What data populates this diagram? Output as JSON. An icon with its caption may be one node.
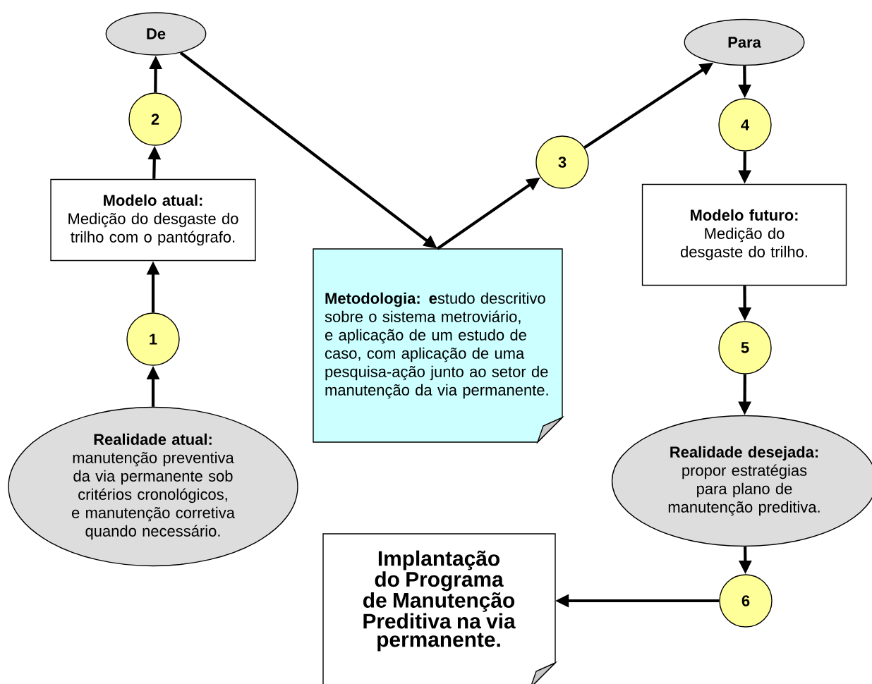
{
  "diagram": {
    "nodes": [
      {
        "text": [
          "De"
        ]
      },
      {
        "text": [
          "2"
        ]
      },
      {
        "text": [
          "Modelo atual:",
          "Medição do desgaste do trilho com o pantógrafo."
        ]
      },
      {
        "text": [
          "1"
        ]
      },
      {
        "text": [
          "Realidade atual:",
          "manutenção preventiva da via permanente sob critérios cronológicos, e manutenção corretiva quando necessário."
        ]
      },
      {
        "text": [
          "**Metodologia: e**studo descritivo sobre o sistema metroviário, e aplicação de um estudo de caso, com aplicação de uma pesquisa-ação junto ao setor de manutenção da via permanente."
        ]
      },
      {
        "text": [
          "3"
        ]
      },
      {
        "text": [
          "Para"
        ]
      },
      {
        "text": [
          "4"
        ]
      },
      {
        "text": [
          "Modelo futuro:",
          "Medição do desgaste do trilho."
        ]
      },
      {
        "text": [
          "5"
        ]
      },
      {
        "text": [
          "Realidade desejada:",
          "propor estratégias para plano de manutenção preditiva."
        ]
      },
      {
        "text": [
          "6"
        ]
      },
      {
        "text": [
          "Implantação do Programa de Manutenção Preditiva na via permanente."
        ]
      }
    ],
    "edges": [
      {
        "from": 4,
        "to": 3,
        "arrow": "to"
      },
      {
        "from": 3,
        "to": 2,
        "arrow": "to"
      },
      {
        "from": 2,
        "to": 1,
        "arrow": "to"
      },
      {
        "from": 1,
        "to": 0,
        "arrow": "to"
      },
      {
        "from": 0,
        "to": 5,
        "arrow": "to"
      },
      {
        "from": 5,
        "to": 6,
        "arrow": "to"
      },
      {
        "from": 6,
        "to": 7,
        "arrow": "to"
      },
      {
        "from": 7,
        "to": 8,
        "arrow": "to"
      },
      {
        "from": 8,
        "to": 9,
        "arrow": "to"
      },
      {
        "from": 9,
        "to": 10,
        "arrow": "to"
      },
      {
        "from": 10,
        "to": 11,
        "arrow": "to"
      },
      {
        "from": 11,
        "to": 12,
        "arrow": "to"
      },
      {
        "from": 12,
        "to": 13,
        "arrow": "to"
      }
    ]
  }
}
